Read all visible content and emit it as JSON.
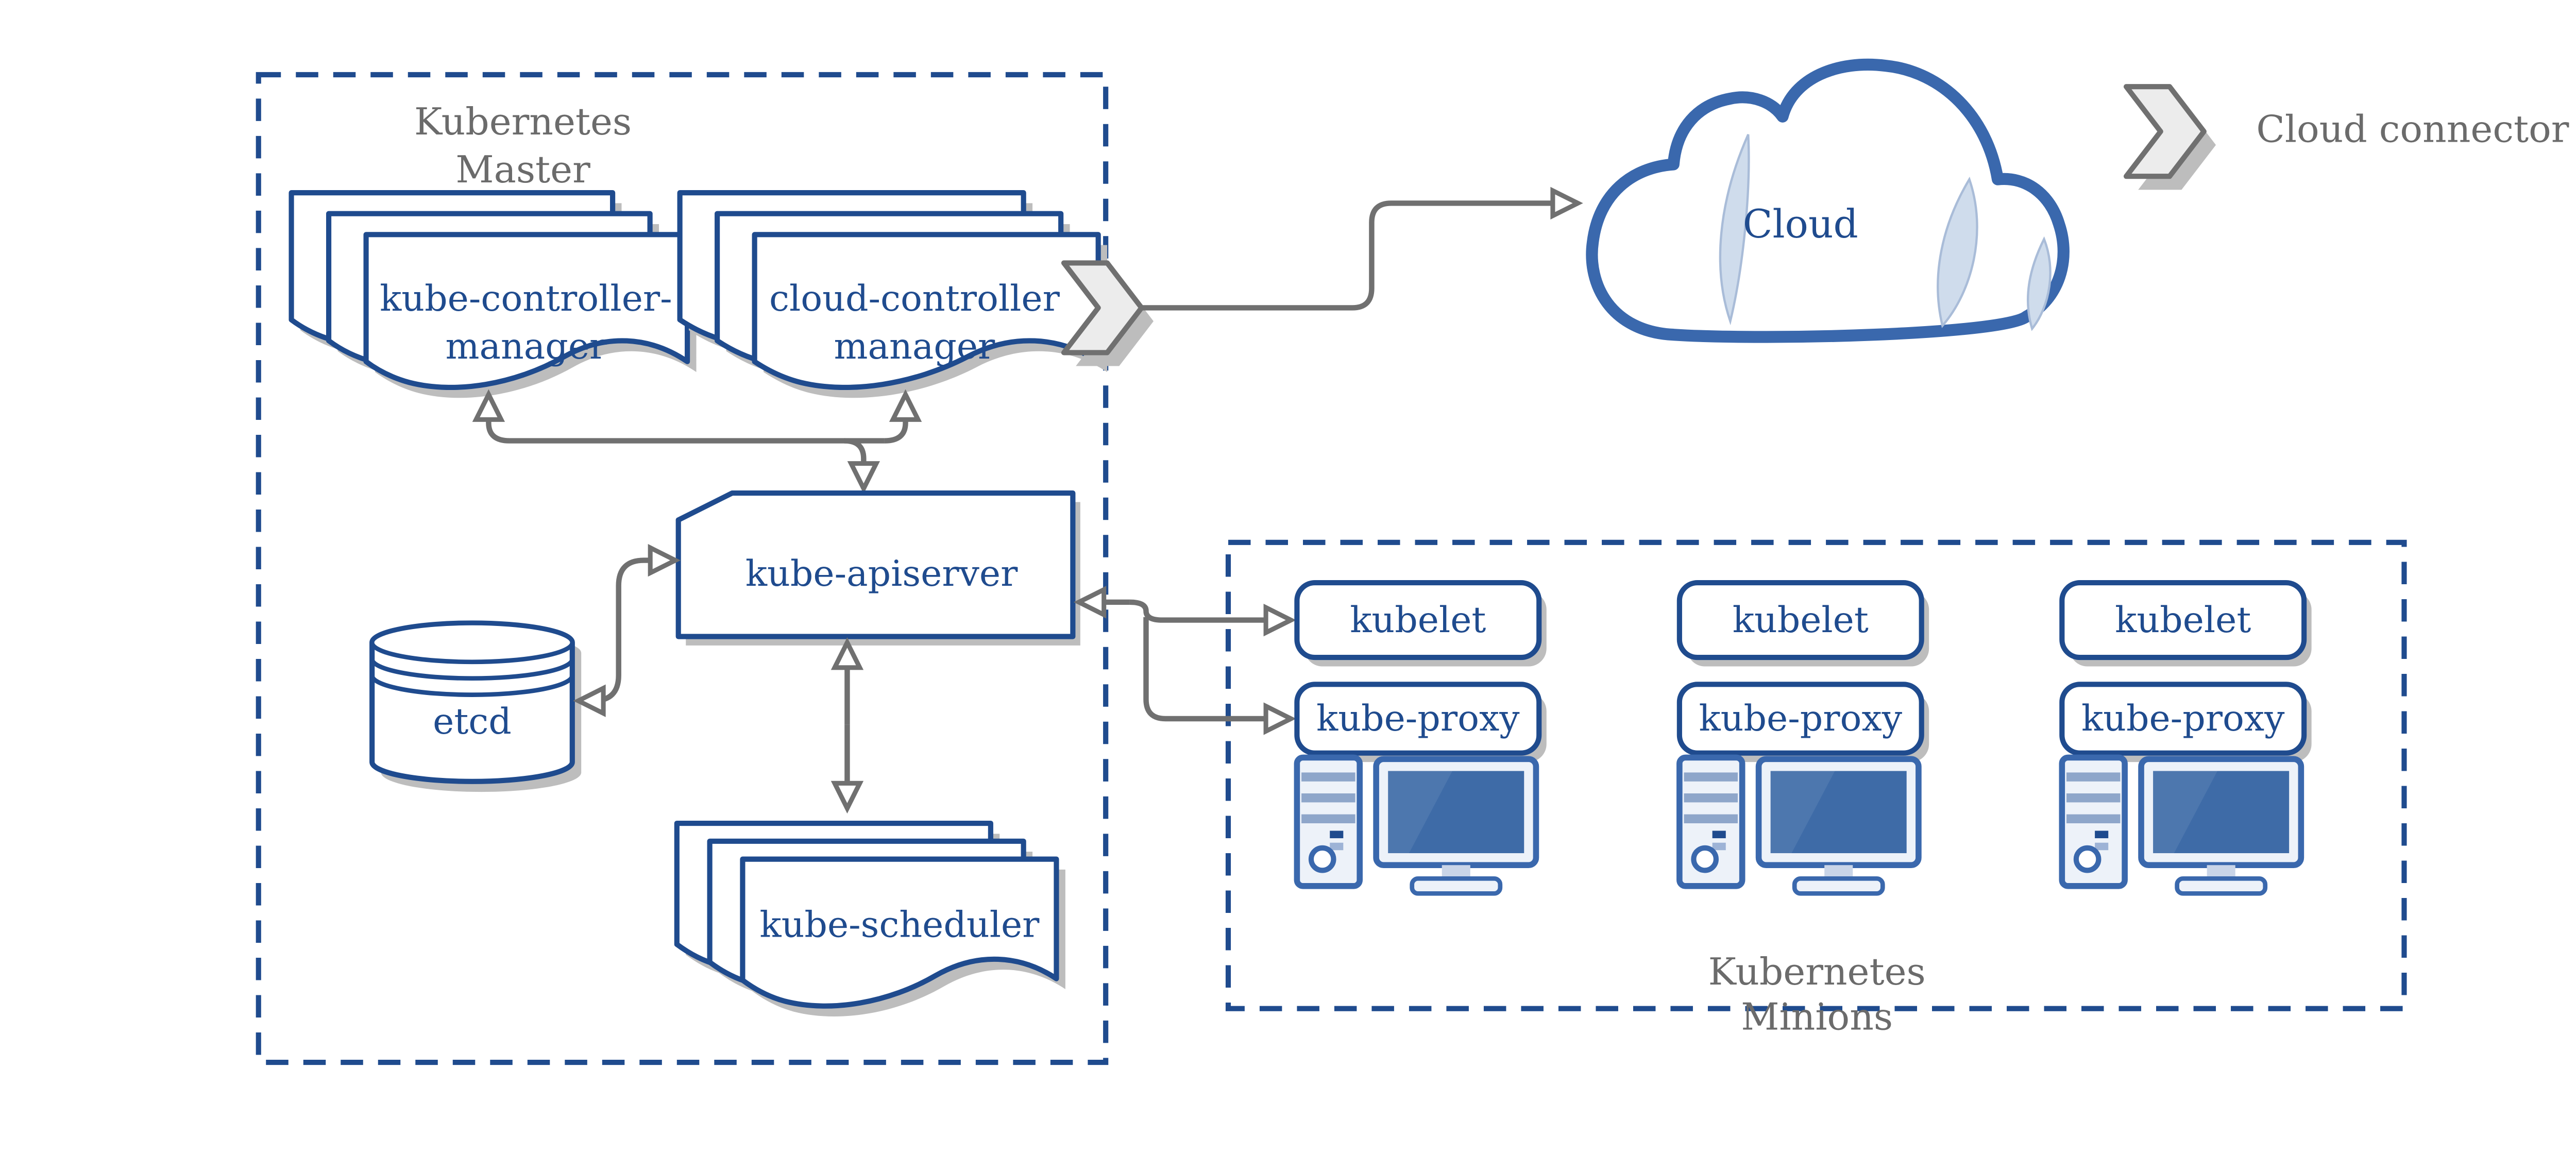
{
  "diagram": {
    "master": {
      "label_line1": "Kubernetes",
      "label_line2": "Master",
      "kube_controller_manager_line1": "kube-controller-",
      "kube_controller_manager_line2": "manager",
      "cloud_controller_manager_line1": "cloud-controller",
      "cloud_controller_manager_line2": "manager",
      "kube_apiserver": "kube-apiserver",
      "etcd": "etcd",
      "kube_scheduler": "kube-scheduler"
    },
    "cloud": {
      "label": "Cloud"
    },
    "legend": {
      "label": "Cloud connector"
    },
    "minions": {
      "label_line1": "Kubernetes",
      "label_line2": "Minions",
      "nodes": [
        {
          "kubelet": "kubelet",
          "kube_proxy": "kube-proxy"
        },
        {
          "kubelet": "kubelet",
          "kube_proxy": "kube-proxy"
        },
        {
          "kubelet": "kubelet",
          "kube_proxy": "kube-proxy"
        }
      ]
    },
    "colors": {
      "navy": "#1f4b8e",
      "gray_line": "#707070",
      "gray_text": "#6b6b6b",
      "shadow": "#bdbdbd",
      "comp_blue": "#3a68ad",
      "screen": "#3e6ba7",
      "screen_hi": "#4d77ae",
      "light_fill": "#edf2f9",
      "band": "#8ea6ca",
      "chev_fill": "#ececec",
      "crescent": "#cfdcec"
    }
  }
}
